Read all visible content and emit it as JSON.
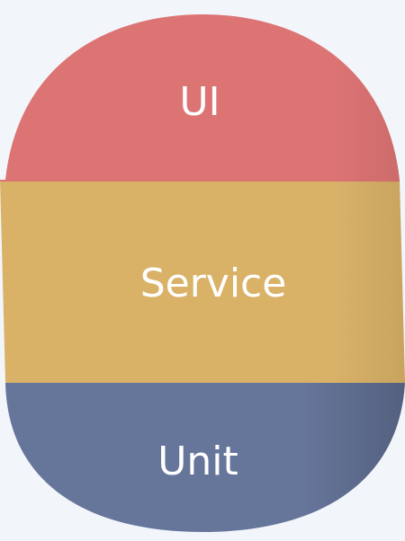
{
  "diagram": {
    "type": "layered-stack",
    "layers": [
      {
        "label": "UI",
        "color": "#dd7474"
      },
      {
        "label": "Service",
        "color": "#d9b268"
      },
      {
        "label": "Unit",
        "color": "#66759a"
      }
    ],
    "background": "#f2f6fb"
  }
}
